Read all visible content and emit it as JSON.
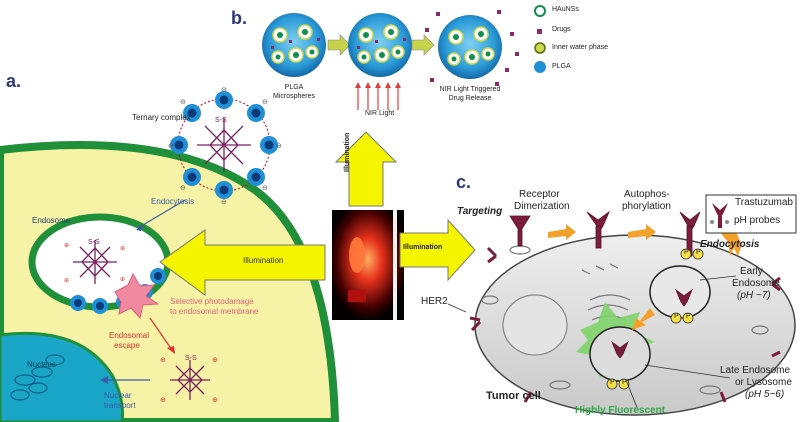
{
  "panel_a": {
    "label": "a.",
    "ternary_complex": "Ternary complex",
    "endocytosis": "Endocytosis",
    "endosome": "Endosome",
    "illumination": "Illumination",
    "photodamage_line1": "Selective photodamage",
    "photodamage_line2": "to endosomal membrane",
    "escape_line1": "Endosomal",
    "escape_line2": "escape",
    "nucleus": "Nucleus",
    "nuclear_line1": "Nuclear",
    "nuclear_line2": "transport",
    "ss": "S-S"
  },
  "panel_b": {
    "label": "b.",
    "legend": [
      "HAuNSs",
      "Drugs",
      "Inner water phase",
      "PLGA"
    ],
    "micro_line1": "PLGA",
    "micro_line2": "Microspheres",
    "nir_light": "NIR Light",
    "release_line1": "NIR Light Triggered",
    "release_line2": "Drug Release",
    "illumination": "Illumination"
  },
  "panel_c": {
    "label": "c.",
    "illumination": "Illumination",
    "targeting": "Targeting",
    "receptor_line1": "Receptor",
    "receptor_line2": "Dimerization",
    "autophos_line1": "Autophos-",
    "autophos_line2": "phorylation",
    "legend_trastuzumab": "Trastuzumab",
    "legend_ph": "pH probes",
    "endocytosis": "Endocytosis",
    "early_line1": "Early",
    "early_line2": "Endosome",
    "early_line3": "(pH ~7)",
    "her2": "HER2",
    "late_line1": "Late Endosome",
    "late_line2": "or Lysosome",
    "late_line3": "(pH 5~6)",
    "tumor_cell": "Tumor cell",
    "highly_fluorescent": "Highly Fluorescent",
    "p": "P"
  },
  "colors": {
    "cell_yellow": "#f7f3a6",
    "membrane_green": "#1f8f3a",
    "nucleus_blue": "#1aa7c7",
    "arrow_yellow": "#f5f500",
    "orange_arrow": "#f3a12a",
    "antibody": "#7a1e3c",
    "tumor_gray": "#d9d9d9",
    "fluorescent_green": "#7ed36c",
    "plga_blue": "#1f8fd6"
  }
}
